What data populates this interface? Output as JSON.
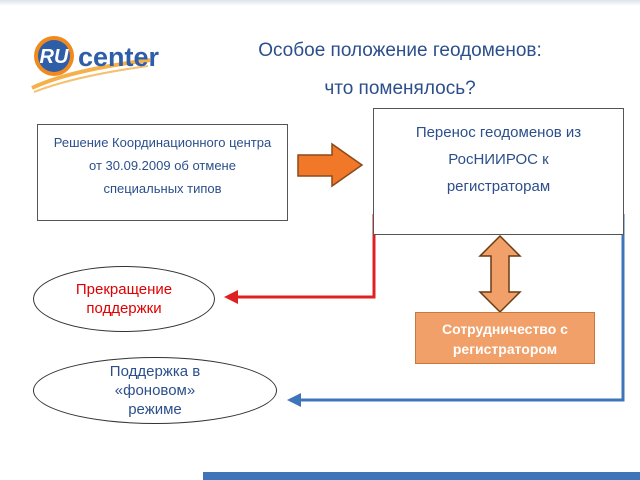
{
  "logo": {
    "badge_text": "RU",
    "word_text": "center",
    "colors": {
      "badge": "#f08a1c",
      "word": "#2f5ea8",
      "swoosh": "#f5b04a"
    }
  },
  "title": {
    "line1": "Особое положение геодоменов:",
    "line2": "что поменялось?"
  },
  "decision_box": {
    "lines": [
      "Решение Координационного центра",
      "от 30.09.2009 об отмене",
      "специальных типов"
    ]
  },
  "transfer_box": {
    "lines": [
      "Перенос геодоменов из",
      "РосНИИРОС к",
      "регистраторам"
    ]
  },
  "cooperation_box": {
    "lines": [
      "Сотрудничество с",
      "регистратором"
    ]
  },
  "stop_ellipse": {
    "lines": [
      "Прекращение",
      "поддержки"
    ]
  },
  "background_ellipse": {
    "lines": [
      "Поддержка в",
      "«фоновом»",
      "режиме"
    ]
  },
  "colors": {
    "text_blue": "#2c4f8c",
    "red_connector": "#e02020",
    "blue_connector": "#3f74b8",
    "orange_fill": "#f0a068",
    "arrow_orange": "#f07828"
  },
  "icons": {
    "right_arrow": "block-arrow-right-icon",
    "double_arrow": "double-vertical-arrow-icon"
  }
}
